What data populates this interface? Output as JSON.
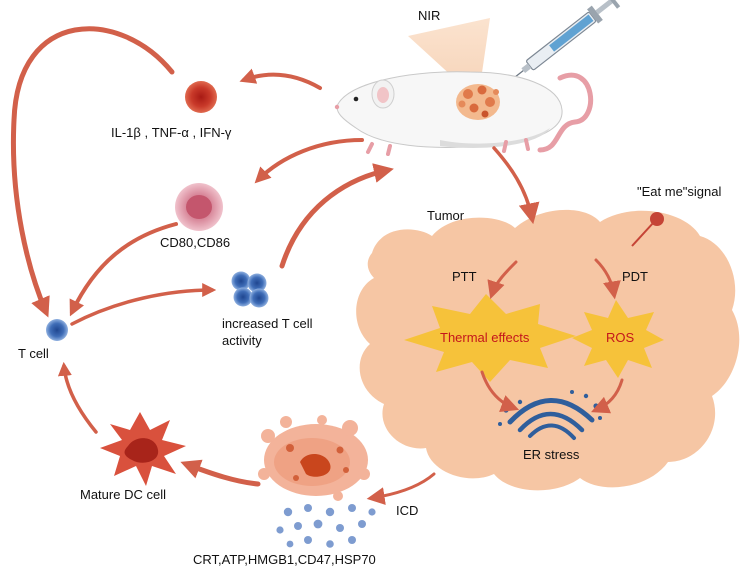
{
  "labels": {
    "nir": "NIR",
    "cytokines": "IL-1β , TNF-α , IFN-γ",
    "cd80": "CD80,CD86",
    "tcell": "T cell",
    "increased_line1": "increased T cell",
    "increased_line2": "activity",
    "tumor": "Tumor",
    "eat_me": "\"Eat me\"signal",
    "ptt": "PTT",
    "pdt": "PDT",
    "thermal": "Thermal effects",
    "ros": "ROS",
    "er_stress": "ER stress",
    "icd": "ICD",
    "mature_dc": "Mature DC cell",
    "damps": "CRT,ATP,HMGB1,CD47,HSP70"
  },
  "colors": {
    "arrow": "#d2604a",
    "tumor_fill": "#f6c6a4",
    "burst_fill": "#f6c23a",
    "burst_text": "#c4161c",
    "er_blue": "#2f5e9c",
    "tcell_blue": "#3f6db7",
    "dc_red": "#d9513d",
    "cyto_red": "#d24a36",
    "apc_pink": "#d57f93"
  }
}
